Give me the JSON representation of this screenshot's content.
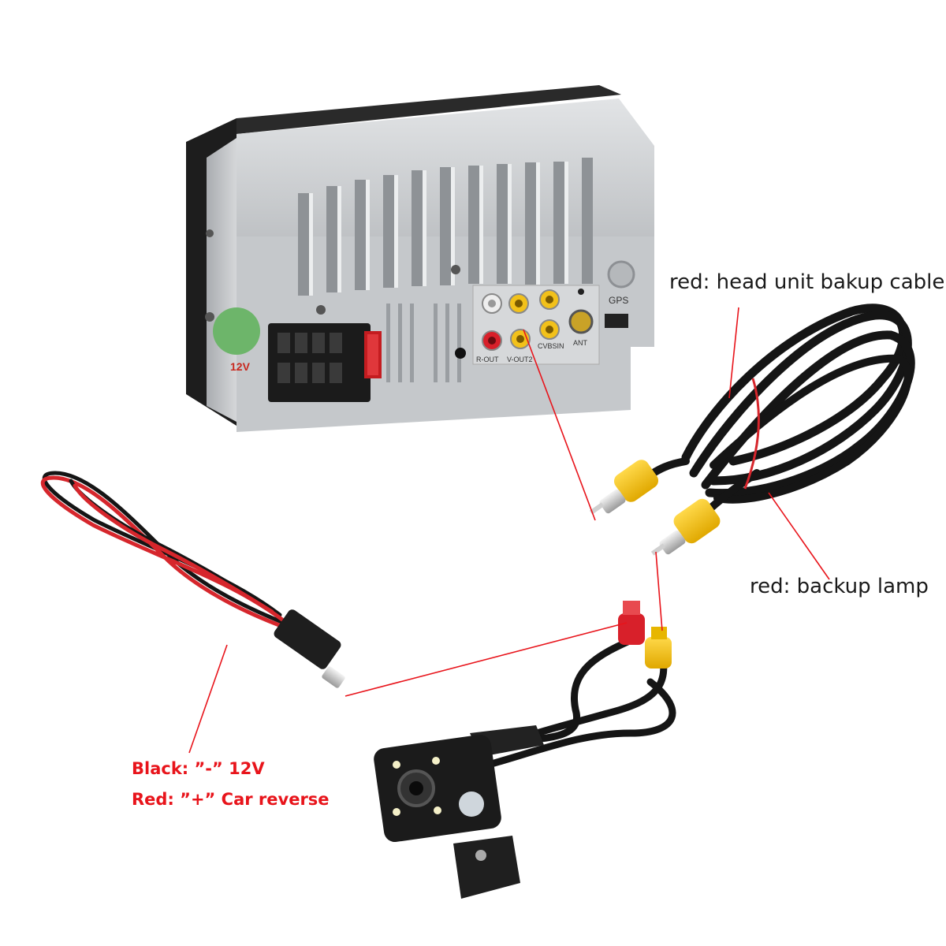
{
  "callouts": {
    "head_unit_backup": "red: head unit bakup cable",
    "backup_lamp": "red: backup lamp"
  },
  "power_notes": {
    "black": "Black: ”-” 12V",
    "red": "Red: ”+” Car reverse"
  },
  "unit_labels": {
    "gps": "GPS",
    "voltage": "12V",
    "ant": "ANT",
    "r_out": "R-OUT",
    "v_out2": "V-OUT2",
    "cvbs_in": "CVBSIN"
  },
  "colors": {
    "annotation_red": "#e8141b",
    "rca_yellow": "#f2c11a",
    "rca_red": "#d8202a",
    "cable_black": "#151515",
    "panel_silver": "#c9cbce"
  }
}
